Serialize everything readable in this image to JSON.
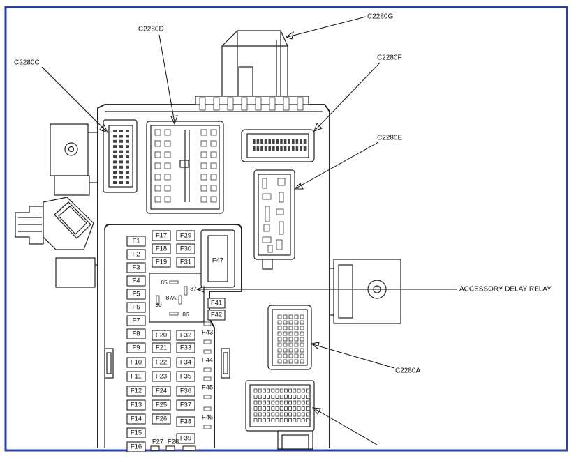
{
  "labels": {
    "c2280g": "C2280G",
    "c2280d": "C2280D",
    "c2280c": "C2280C",
    "c2280f": "C2280F",
    "c2280e": "C2280E",
    "c2280a": "C2280A",
    "accessory_delay_relay": "ACCESSORY DELAY RELAY"
  },
  "fuses": {
    "col1": [
      "F1",
      "F2",
      "F3",
      "F4",
      "F5",
      "F6",
      "F7",
      "F8",
      "F9",
      "F10",
      "F11",
      "F12",
      "F13",
      "F14",
      "F15",
      "F16"
    ],
    "col2": [
      "F17",
      "F18",
      "F19",
      "F20",
      "F21",
      "F22",
      "F23",
      "F24",
      "F25",
      "F26"
    ],
    "col3": [
      "F29",
      "F30",
      "F31",
      "F32",
      "F33",
      "F34",
      "F35",
      "F36",
      "F37",
      "F38",
      "F39"
    ],
    "col4": [
      "F43",
      "F44",
      "F45",
      "F46"
    ],
    "bottom": [
      "F27",
      "F28"
    ],
    "right": [
      "F41",
      "F42"
    ],
    "large": "F47"
  },
  "relay_pins": {
    "p85": "85",
    "p87": "87",
    "p87a": "87A",
    "p30": "30",
    "p86": "86"
  }
}
